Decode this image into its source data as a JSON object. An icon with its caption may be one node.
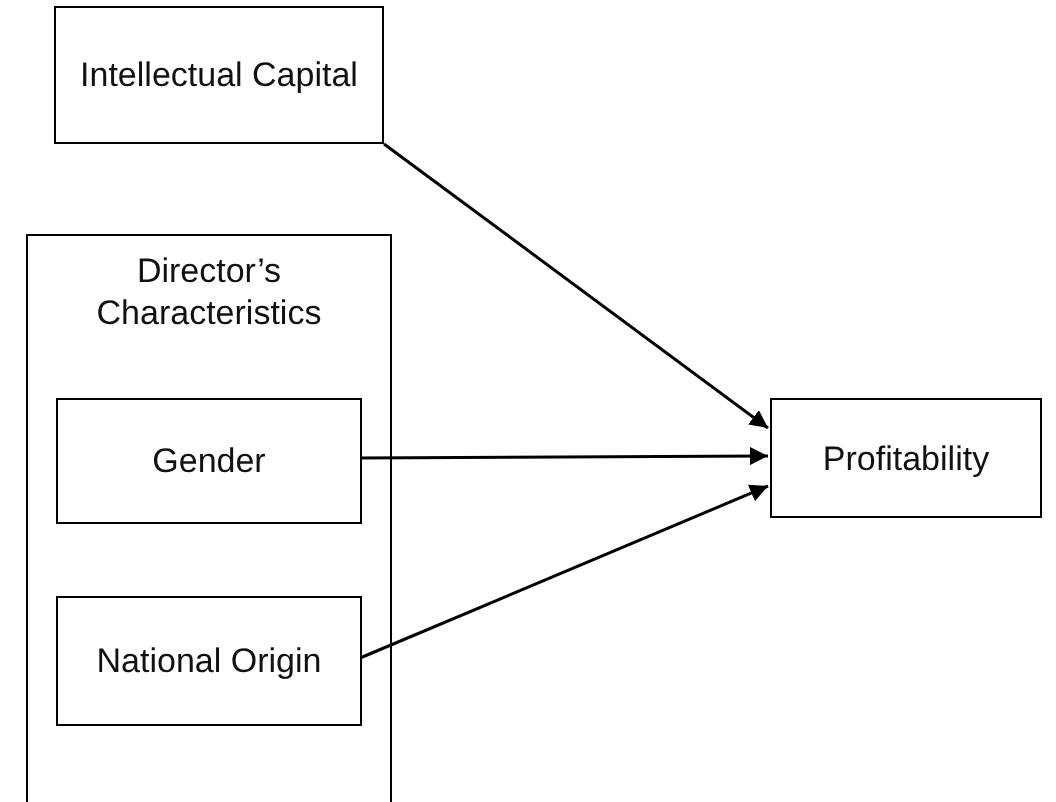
{
  "diagram": {
    "nodes": [
      {
        "text": [
          "Intellectual Capital"
        ]
      },
      {
        "text": [
          "Director’s Characteristics"
        ]
      },
      {
        "text": [
          "Gender"
        ],
        "in": 1
      },
      {
        "text": [
          "National Origin"
        ],
        "in": 1
      },
      {
        "text": [
          "Profitability"
        ]
      }
    ],
    "edges": [
      {
        "from": 0,
        "to": 4,
        "arrow": "to"
      },
      {
        "from": 2,
        "to": 4,
        "arrow": "to"
      },
      {
        "from": 3,
        "to": 4,
        "arrow": "to"
      }
    ]
  }
}
